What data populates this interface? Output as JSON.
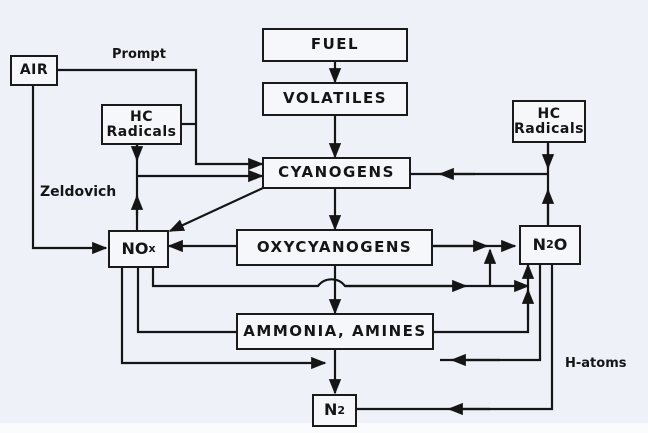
{
  "diagram": {
    "nodes": {
      "fuel": "FUEL",
      "volatiles": "VOLATILES",
      "air": "AIR",
      "hc_radicals_left": {
        "line1": "HC",
        "line2": "Radicals"
      },
      "hc_radicals_right": {
        "line1": "HC",
        "line2": "Radicals"
      },
      "cyanogens": "CYANOGENS",
      "nox": {
        "main": "NO",
        "sub": "x"
      },
      "oxycyanogens": "OXYCYANOGENS",
      "n2o": {
        "pre": "N",
        "sub": "2",
        "post": "O"
      },
      "ammonia_amines": "AMMONIA, AMINES",
      "n2": {
        "main": "N",
        "sub": "2"
      }
    },
    "labels": {
      "prompt": "Prompt",
      "zeldovich": "Zeldovich",
      "h_atoms": "H-atoms"
    },
    "colors": {
      "background": "#eef2f8",
      "ink": "#151515"
    }
  }
}
